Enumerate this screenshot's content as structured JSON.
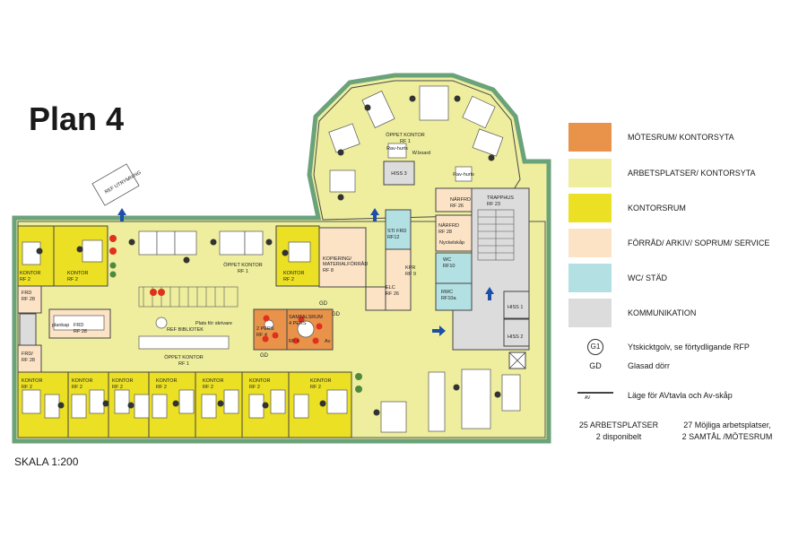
{
  "title": "Plan 4",
  "scale": "SKALA 1:200",
  "legend": [
    {
      "label": "MÖTESRUM/ KONTORSYTA",
      "color": "#e8924a"
    },
    {
      "label": "ARBETSPLATSER/ KONTORSYTA",
      "color": "#eeee9e"
    },
    {
      "label": "KONTORSRUM",
      "color": "#ebe024"
    },
    {
      "label": "FÖRRÅD/ ARKIV/ SOPRUM/ SERVICE",
      "color": "#fce3c6"
    },
    {
      "label": "WC/ STÄD",
      "color": "#b3e0e3"
    },
    {
      "label": "KOMMUNIKATION",
      "color": "#dcdcdc"
    }
  ],
  "symbols": {
    "g1_symbol": "G1",
    "g1_text": "Ytskicktgolv, se förtydligande RFP",
    "gd_symbol": "GD",
    "gd_text": "Glasad dörr",
    "av_symbol": "AV",
    "av_text": "Läge för AVtavla och Av-skåp"
  },
  "notes": {
    "left_1": "25 ARBETSPLATSER",
    "left_2": "2 disponibelt",
    "right_1": "27 Möjliga arbetsplatser,",
    "right_2": "2 SAMTÅL /MÖTESRUM"
  },
  "rooms": {
    "oppet_kontor": "ÖPPET KONTOR",
    "rf1": "RF 1",
    "kontor": "KONTOR",
    "rf2": "RF 2",
    "frd": "FRD",
    "rf28": "RF 28",
    "frd2": "FRD/",
    "rf28b": "RF 28",
    "kopiering": "KOPIERING/",
    "materialforrad": "MATERIALFÖRRÅD",
    "rf8": "RF 8",
    "sti_frd": "STI FRD",
    "rf12": "RF12",
    "kpr": "KPR",
    "rf9": "RF 9",
    "elc": "ELC",
    "rf26": "RF 26",
    "narfrd": "NÄRFRD",
    "rf26b": "RF 26",
    "narfrd2": "NÄRFRD",
    "rf28c": "RF 28",
    "nyckelskap": "Nyckelskåp",
    "wc": "WC",
    "rf10": "RF10",
    "rwc": "RWC",
    "rf10a": "RF10a",
    "trapphus": "TRAPPHUS",
    "rf23": "RF 23",
    "hiss1": "HISS 1",
    "hiss2": "HISS 2",
    "hiss3": "HISS 3",
    "samtalsrum": "SAMTALSRUM",
    "samtal_pers": "2 PERS",
    "samtal_rf4": "RF 4",
    "samtal_pers4": "4 PERS",
    "ref_bibliotek": "REF BIBLIOTEK",
    "plats_skrivare": "Plats för skrivare",
    "gd": "GD",
    "rav_hurts": "Rav-hurts",
    "w_board": "W.board",
    "utrymning": "REF UTRYMNING",
    "av": "Av",
    "plankap": "plankap"
  }
}
